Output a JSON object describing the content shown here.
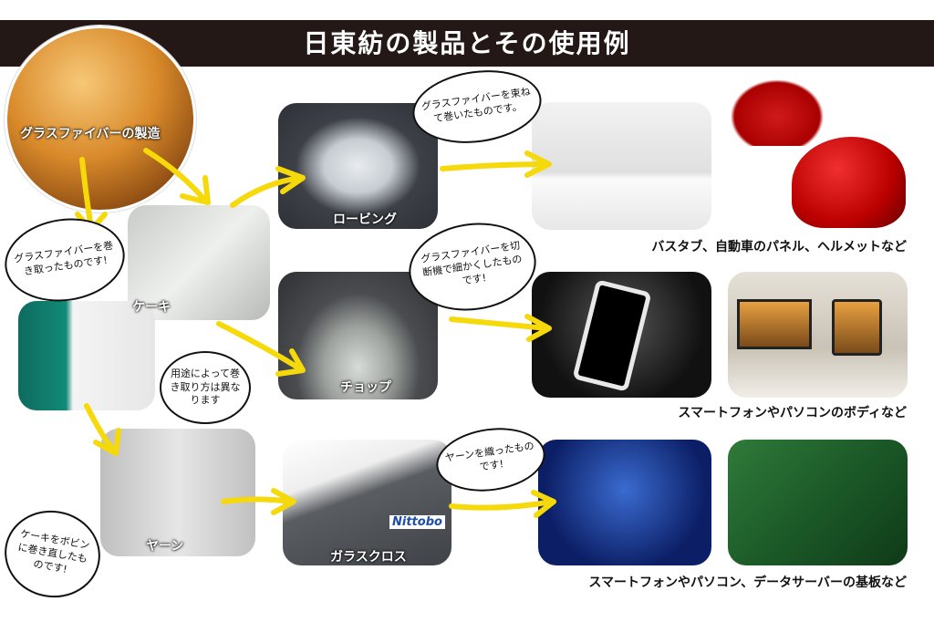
{
  "title": "日東紡の製品とその使用例",
  "origin": {
    "label": "グラスファイバーの製造"
  },
  "products": {
    "cake": "ケーキ",
    "roving": "ロービング",
    "chop": "チョップ",
    "yarn": "ヤーン",
    "glass_cloth": "ガラスクロス",
    "cloth_logo": "Nittobo"
  },
  "bubbles": {
    "cake": "グラスファイバーを巻き取ったものです!",
    "purpose": "用途によって巻き取り方は異なります",
    "roving": "グラスファイバーを束ねて巻いたものです。",
    "chop": "グラスファイバーを切断機で細かくしたものです!",
    "yarn": "ケーキをボビンに巻き直したものです!",
    "cloth": "ヤーンを織ったものです!"
  },
  "captions": {
    "roving_uses": "バスタブ、自動車のパネル、ヘルメットなど",
    "chop_uses": "スマートフォンやパソコンのボディなど",
    "cloth_uses": "スマートフォンやパソコン、データサーバーの基板など"
  },
  "colors": {
    "arrow": "#f5d90a",
    "title_bg": "#231815"
  }
}
